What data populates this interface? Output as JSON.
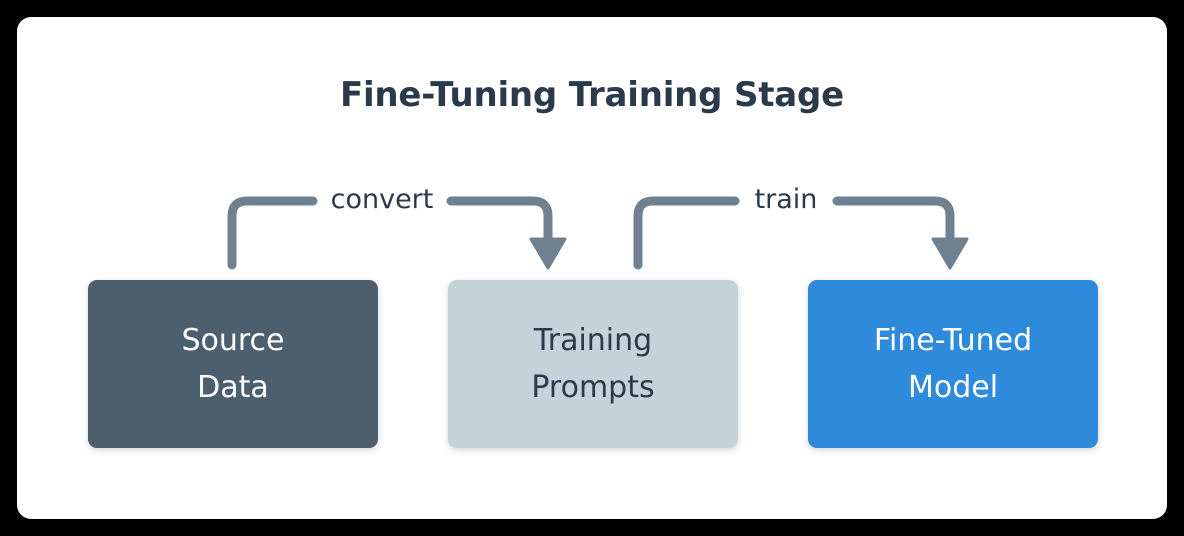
{
  "diagram": {
    "title": "Fine-Tuning Training Stage",
    "type": "flowchart",
    "background_color": "#ffffff",
    "frame_color": "#000000",
    "title_color": "#2b3a4a",
    "nodes": [
      {
        "id": "source-data",
        "label_line1": "Source",
        "label_line2": "Data",
        "fill_color": "#4c5f6f",
        "text_color": "#ffffff"
      },
      {
        "id": "training-prompts",
        "label_line1": "Training",
        "label_line2": "Prompts",
        "fill_color": "#c5d2da",
        "text_color": "#2b3a4a"
      },
      {
        "id": "fine-tuned-model",
        "label_line1": "Fine-Tuned",
        "label_line2": "Model",
        "fill_color": "#2e8bdb",
        "text_color": "#ffffff"
      }
    ],
    "edges": [
      {
        "id": "convert-edge",
        "label": "convert",
        "from": "source-data",
        "to": "training-prompts",
        "color": "#6f8191"
      },
      {
        "id": "train-edge",
        "label": "train",
        "from": "training-prompts",
        "to": "fine-tuned-model",
        "color": "#6f8191"
      }
    ]
  }
}
